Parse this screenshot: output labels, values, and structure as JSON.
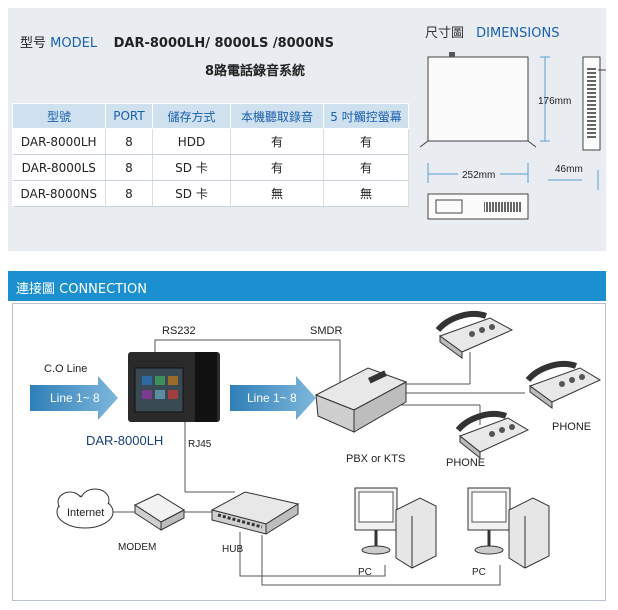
{
  "header": {
    "model_prefix": "型号",
    "model_word": "MODEL",
    "model_names": "DAR-8000LH/ 8000LS /8000NS",
    "subtitle": "8路電話錄音系統"
  },
  "table": {
    "headers": [
      "型號",
      "PORT",
      "儲存方式",
      "本機聽取錄音",
      "5 吋觸控螢幕"
    ],
    "rows": [
      [
        "DAR-8000LH",
        "8",
        "HDD",
        "有",
        "有"
      ],
      [
        "DAR-8000LS",
        "8",
        "SD 卡",
        "有",
        "有"
      ],
      [
        "DAR-8000NS",
        "8",
        "SD 卡",
        "無",
        "無"
      ]
    ]
  },
  "dimensions": {
    "title_cn": "尺寸圖",
    "title_en": "DIMENSIONS",
    "height": "176mm",
    "width": "252mm",
    "depth": "46mm"
  },
  "connection": {
    "title": "連接圖 CONNECTION",
    "co_line": "C.O Line",
    "line_left": "Line 1~ 8",
    "line_right": "Line 1~ 8",
    "rs232": "RS232",
    "smdr": "SMDR",
    "device": "DAR-8000LH",
    "rj45": "RJ45",
    "pbx": "PBX or KTS",
    "phone1": "PHONE",
    "phone2": "PHONE",
    "internet": "Internet",
    "modem": "MODEM",
    "hub": "HUB",
    "pc1": "PC",
    "pc2": "PC"
  },
  "colors": {
    "accent": "#1b8fd0",
    "model_blue": "#1b5fb0",
    "arrow_blue": "#3f95c9"
  }
}
